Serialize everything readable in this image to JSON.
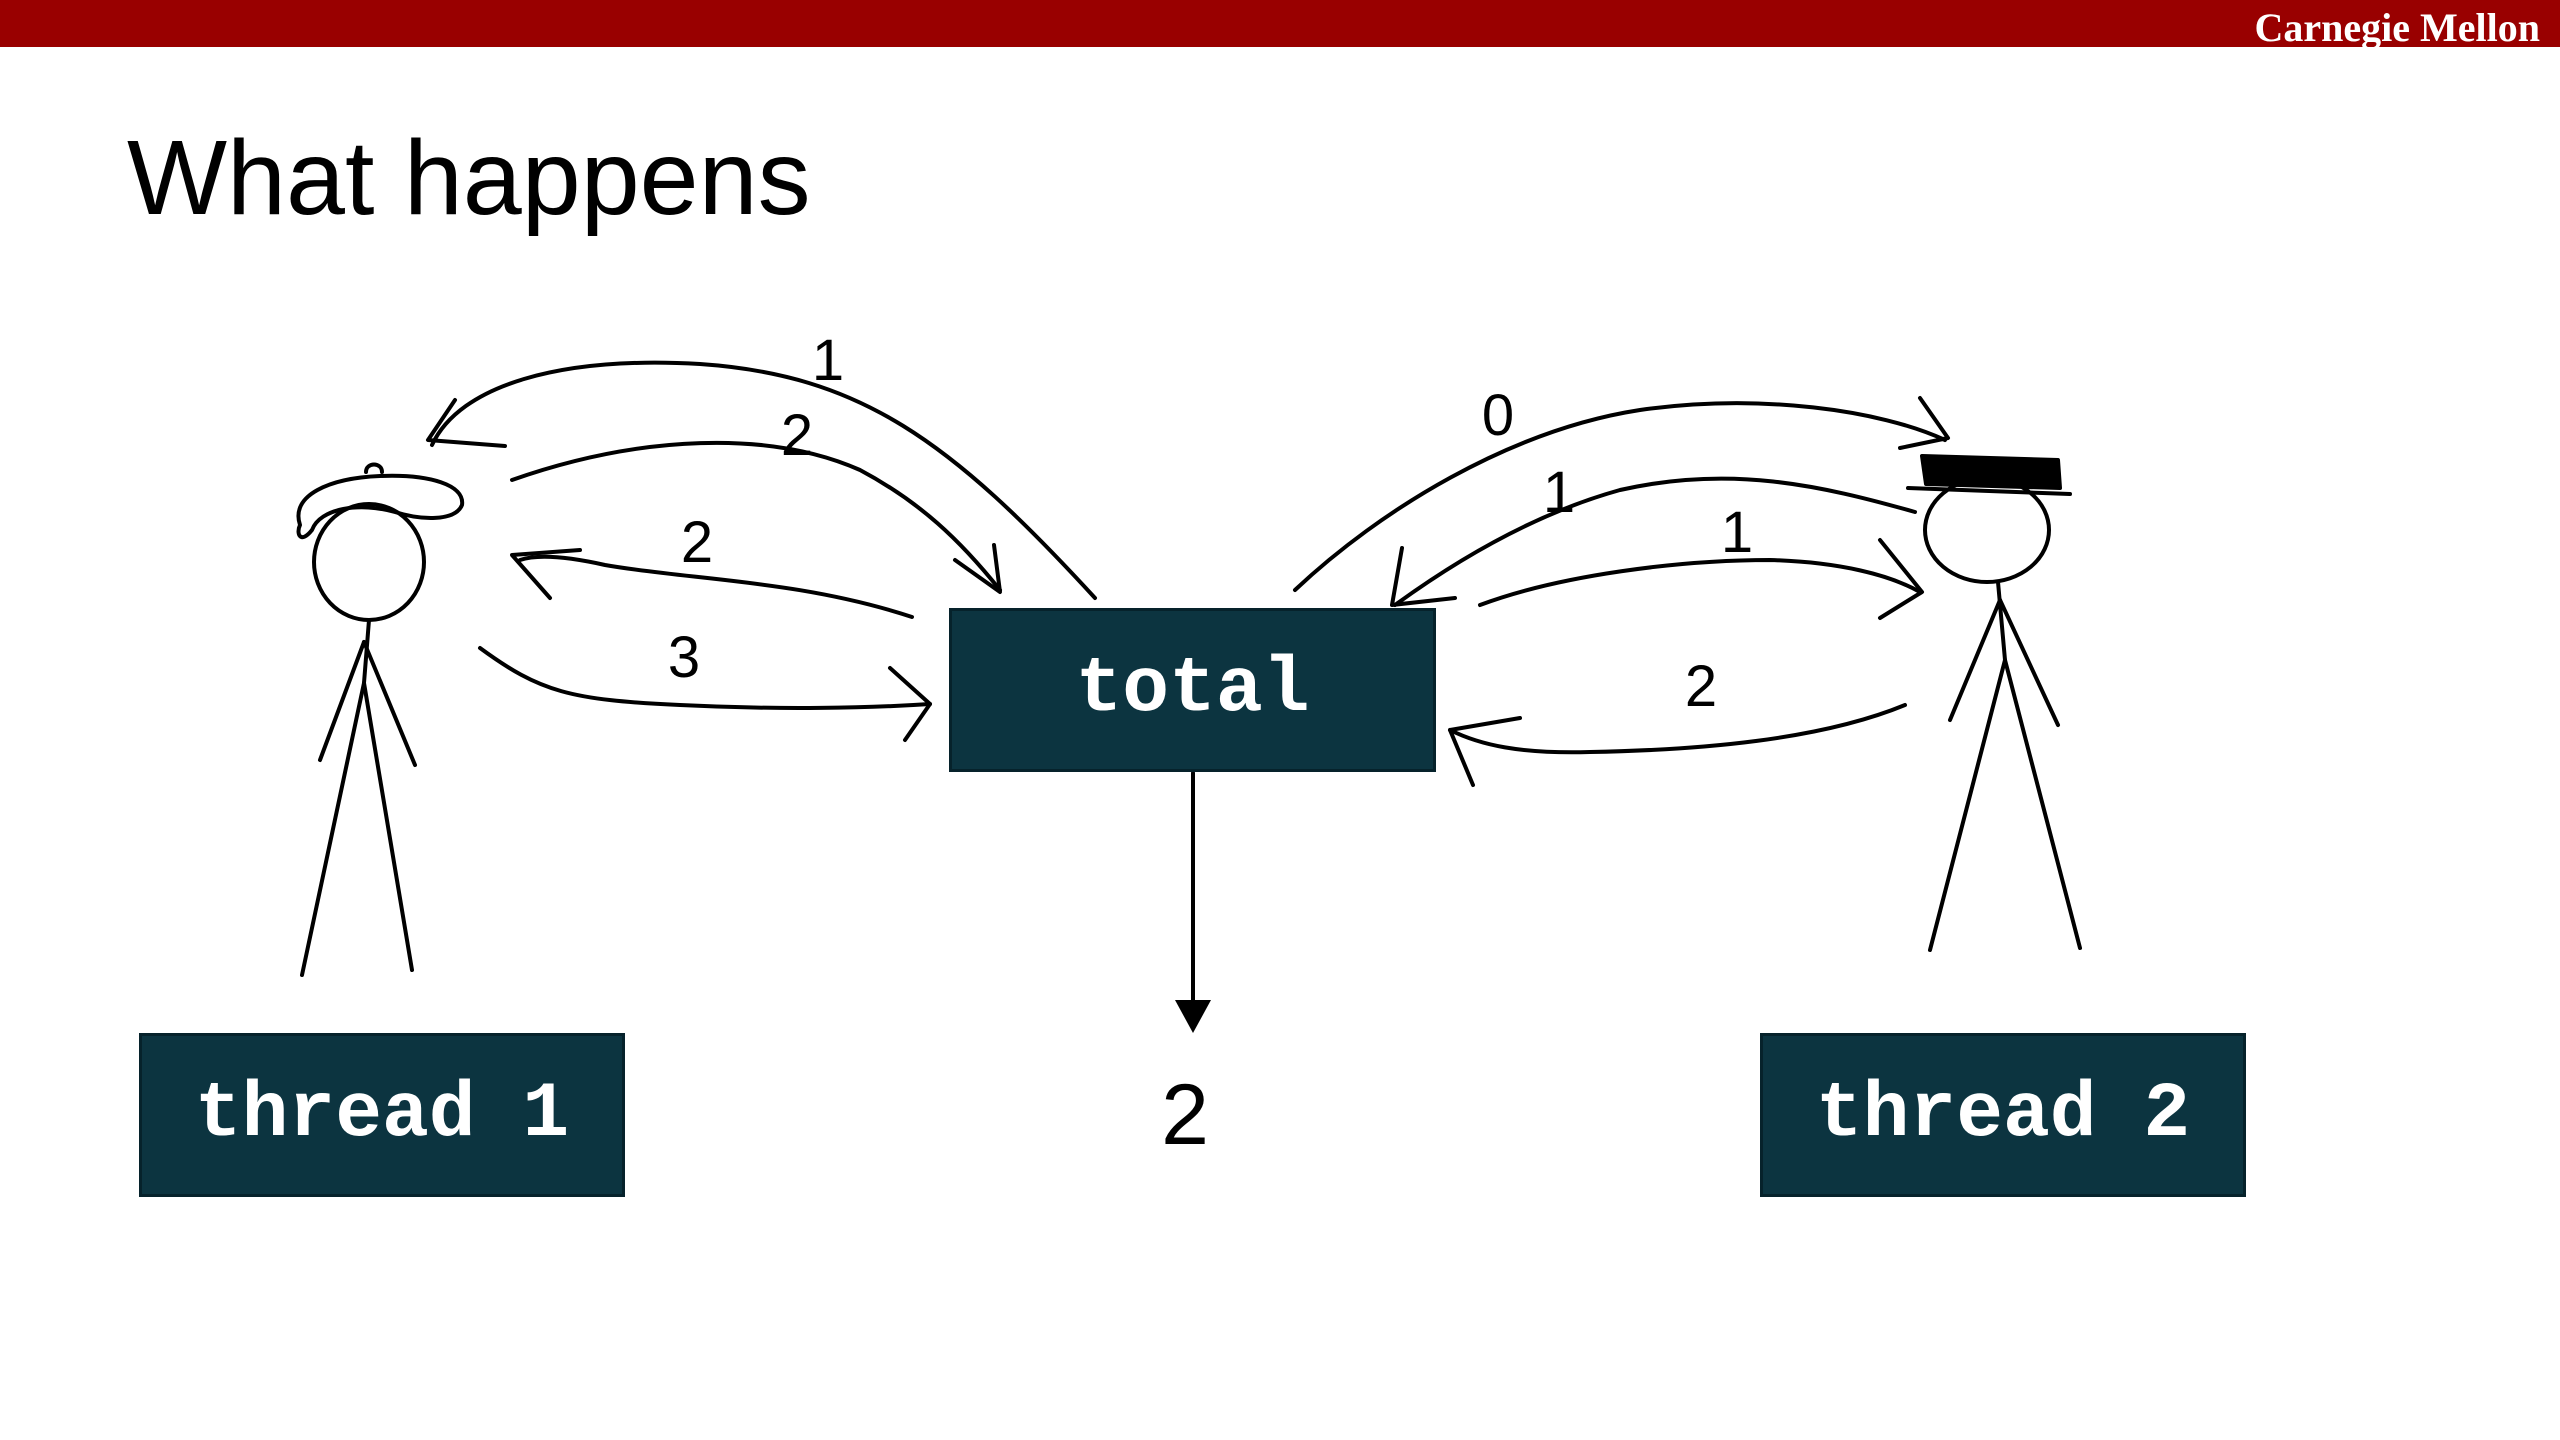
{
  "header": {
    "brand": "Carnegie Mellon",
    "bar_color": "#990000"
  },
  "slide": {
    "title": "What happens"
  },
  "boxes": {
    "total": "total",
    "thread1": "thread 1",
    "thread2": "thread 2",
    "color": "#0c3440"
  },
  "result_value": "2",
  "arrow_labels": {
    "t1_read_1": "1",
    "t1_write_2": "2",
    "t1_read_2": "2",
    "t1_write_3": "3",
    "t2_read_0": "0",
    "t2_write_1": "1",
    "t2_read_1": "1",
    "t2_write_2": "2"
  },
  "figures": {
    "thread1": "stick-figure-beret",
    "thread2": "stick-figure-top-hat"
  }
}
